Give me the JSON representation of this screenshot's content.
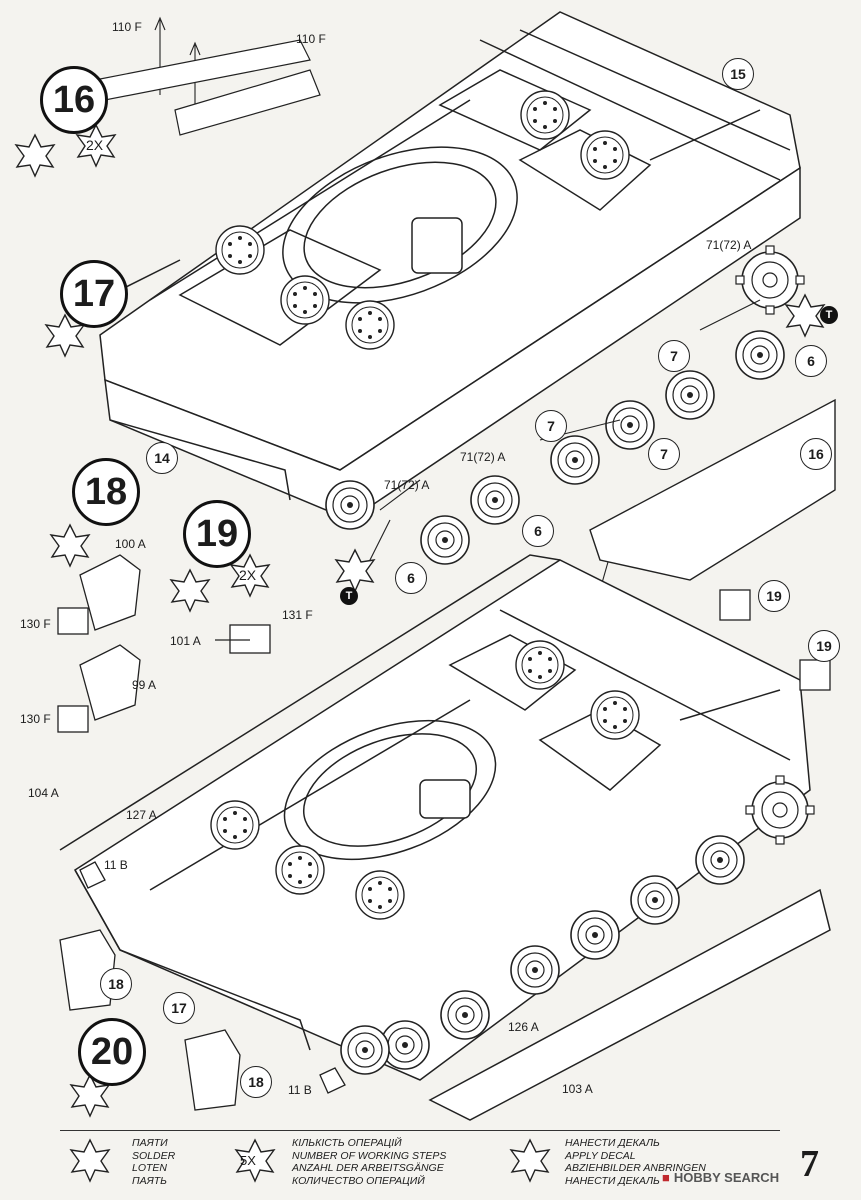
{
  "steps": [
    {
      "id": "step-16",
      "number": "16"
    },
    {
      "id": "step-17",
      "number": "17"
    },
    {
      "id": "step-18",
      "number": "18"
    },
    {
      "id": "step-19",
      "number": "19"
    },
    {
      "id": "step-20",
      "number": "20"
    }
  ],
  "multipliers": {
    "step16": "2X",
    "step19": "2X"
  },
  "callouts": {
    "c15": "15",
    "c14": "14",
    "c16": "16",
    "c19a": "19",
    "c19b": "19",
    "c18a": "18",
    "c18b": "18",
    "c17": "17",
    "c7a": "7",
    "c7b": "7",
    "c7c": "7",
    "c6a": "6",
    "c6b": "6",
    "c6c": "6"
  },
  "part_labels": {
    "p110f_a": "110 F",
    "p110f_b": "110 F",
    "p71a_a": "71(72) A",
    "p71a_b": "71(72) A",
    "p71a_c": "71(72) A",
    "p100a": "100 A",
    "p130f_a": "130 F",
    "p99a": "99 A",
    "p130f_b": "130 F",
    "p131f": "131 F",
    "p101a": "101 A",
    "p104a": "104 A",
    "p127a": "127 A",
    "p11b_a": "11 B",
    "p11b_b": "11 B",
    "p126a": "126 A",
    "p103a": "103 A"
  },
  "solder_mark": "T",
  "legend": {
    "solder": [
      "ПАЯТИ",
      "SOLDER",
      "LOTEN",
      "ПАЯТЬ"
    ],
    "steps_symbol": "5X",
    "steps": [
      "КІЛЬКІСТЬ ОПЕРАЦІЙ",
      "NUMBER OF WORKING STEPS",
      "ANZAHL DER ARBEITSGÄNGE",
      "КОЛИЧЕСТВО ОПЕРАЦИЙ"
    ],
    "decal": [
      "НАНЕСТИ ДЕКАЛЬ",
      "APPLY DECAL",
      "ABZIEHBILDER ANBRINGEN",
      "НАНЕСТИ ДЕКАЛЬ"
    ]
  },
  "page_number": "7",
  "watermark": "HOBBY SEARCH"
}
